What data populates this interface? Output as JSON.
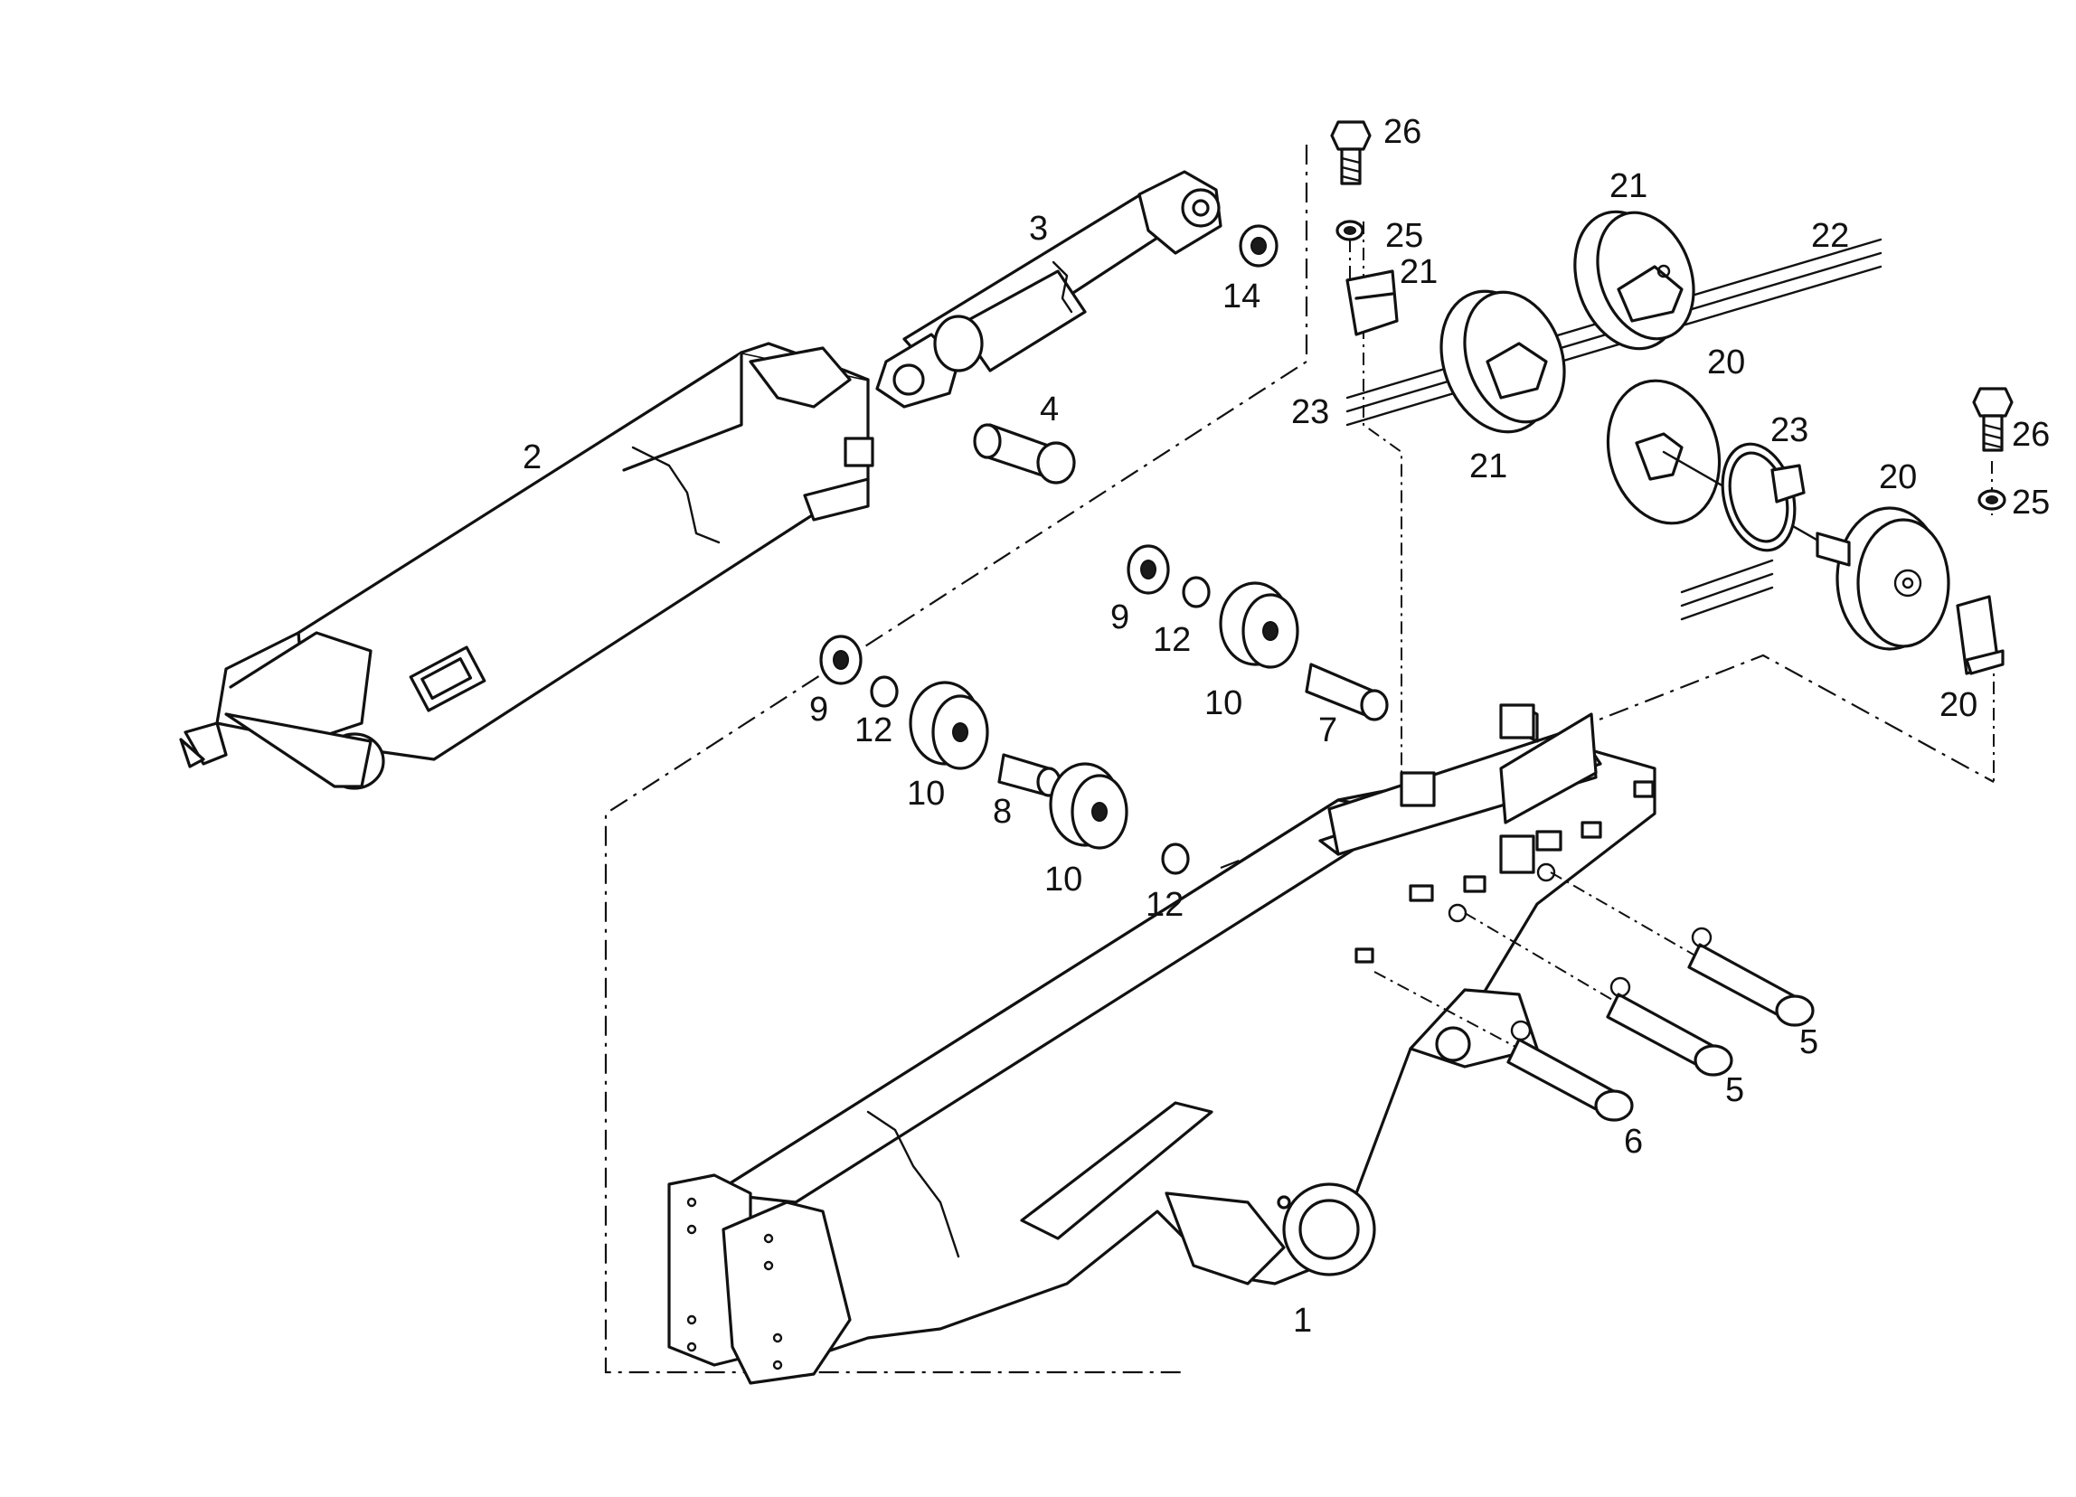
{
  "callouts": {
    "c1": "1",
    "c2": "2",
    "c3": "3",
    "c4": "4",
    "c5a": "5",
    "c5b": "5",
    "c6": "6",
    "c7": "7",
    "c8": "8",
    "c9a": "9",
    "c9b": "9",
    "c10a": "10",
    "c10b": "10",
    "c10c": "10",
    "c12a": "12",
    "c12b": "12",
    "c12c": "12",
    "c14": "14",
    "c20a": "20",
    "c20b": "20",
    "c20c": "20",
    "c21a": "21",
    "c21b": "21",
    "c21c": "21",
    "c22": "22",
    "c23a": "23",
    "c23b": "23",
    "c25a": "25",
    "c25b": "25",
    "c26a": "26",
    "c26b": "26"
  },
  "colors": {
    "ink": "#111111",
    "paper": "#ffffff"
  }
}
